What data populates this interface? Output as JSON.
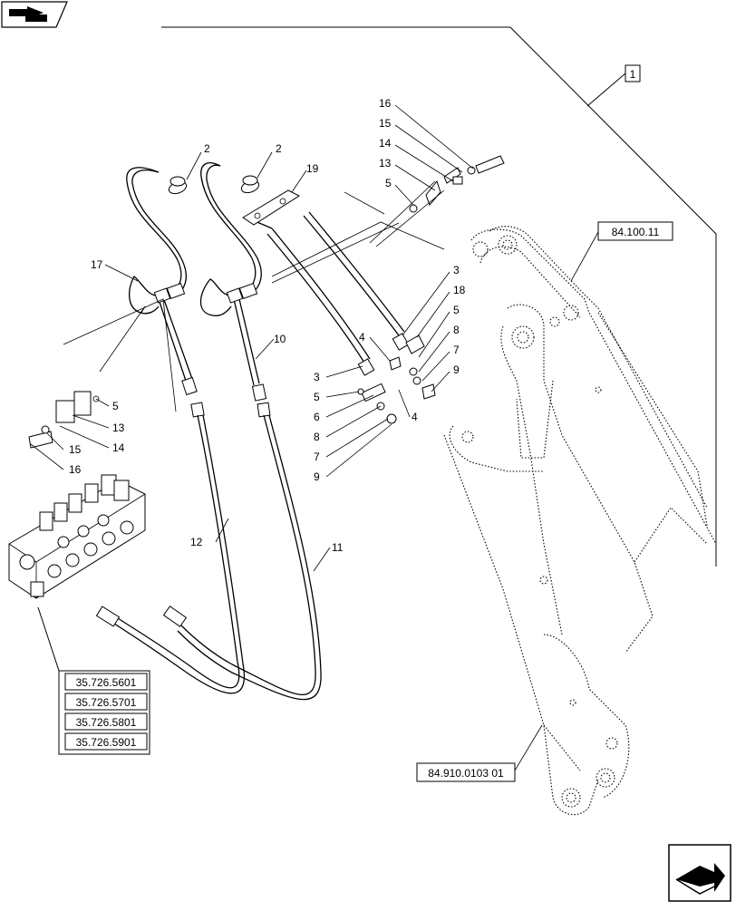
{
  "callouts": {
    "c1": "1",
    "c2a": "2",
    "c2b": "2",
    "c19": "19",
    "c16t": "16",
    "c15t": "15",
    "c14t": "14",
    "c13t": "13",
    "c5t": "5",
    "c17": "17",
    "c3a": "3",
    "c18": "18",
    "c5r": "5",
    "c8r": "8",
    "c7r": "7",
    "c9r": "9",
    "c4a": "4",
    "c10": "10",
    "c3b": "3",
    "c5m": "5",
    "c6": "6",
    "c8m": "8",
    "c4b": "4",
    "c7m": "7",
    "c9m": "9",
    "c5l": "5",
    "c13l": "13",
    "c15l": "15",
    "c14l": "14",
    "c16l": "16",
    "c12": "12",
    "c11": "11"
  },
  "references": {
    "ref_boom": "84.100.11",
    "ref_arm": "84.910.0103 01",
    "valve_refs": [
      "35.726.5601",
      "35.726.5701",
      "35.726.5801",
      "35.726.5901"
    ]
  }
}
